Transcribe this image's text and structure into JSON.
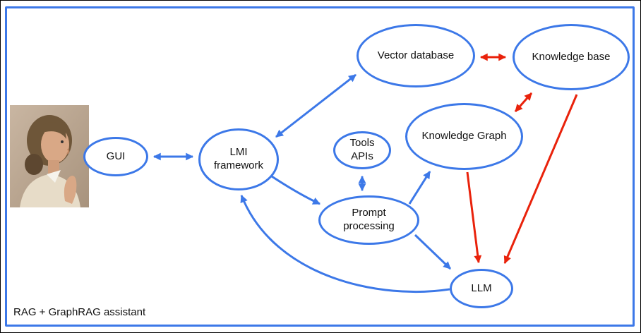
{
  "diagram": {
    "caption": "RAG + GraphRAG assistant",
    "colors": {
      "node_and_blue_arrows": "#3c78e8",
      "red_arrows": "#e9220b",
      "outer_border": "#000000",
      "text": "#111111"
    },
    "photo": {
      "description": "portrait photo of a woman with slicked-back hair, hand on chin, thinking"
    },
    "nodes": {
      "gui": {
        "label": "GUI"
      },
      "lmi_framework": {
        "label": "LMI\nframework"
      },
      "vector_database": {
        "label": "Vector database"
      },
      "knowledge_base": {
        "label": "Knowledge base"
      },
      "knowledge_graph": {
        "label": "Knowledge Graph"
      },
      "tools_apis": {
        "label": "Tools\nAPIs"
      },
      "prompt_processing": {
        "label": "Prompt\nprocessing"
      },
      "llm": {
        "label": "LLM"
      }
    },
    "edges": [
      {
        "from": "GUI",
        "to": "LMI framework",
        "arrows": "both",
        "color": "blue"
      },
      {
        "from": "LMI framework",
        "to": "Vector database",
        "arrows": "both",
        "color": "blue"
      },
      {
        "from": "Vector database",
        "to": "Knowledge base",
        "arrows": "both",
        "color": "red"
      },
      {
        "from": "Knowledge base",
        "to": "Knowledge Graph",
        "arrows": "both",
        "color": "red"
      },
      {
        "from": "Knowledge base",
        "to": "LLM",
        "arrows": "end",
        "color": "red"
      },
      {
        "from": "Knowledge Graph",
        "to": "LLM",
        "arrows": "end",
        "color": "red"
      },
      {
        "from": "LMI framework",
        "to": "Prompt processing",
        "arrows": "end",
        "color": "blue"
      },
      {
        "from": "Tools APIs",
        "to": "Prompt processing",
        "arrows": "both",
        "color": "blue"
      },
      {
        "from": "Prompt processing",
        "to": "Knowledge Graph",
        "arrows": "end",
        "color": "blue"
      },
      {
        "from": "Prompt processing",
        "to": "LLM",
        "arrows": "end",
        "color": "blue"
      },
      {
        "from": "LLM",
        "to": "LMI framework",
        "arrows": "end",
        "color": "blue",
        "style": "curved"
      }
    ]
  }
}
